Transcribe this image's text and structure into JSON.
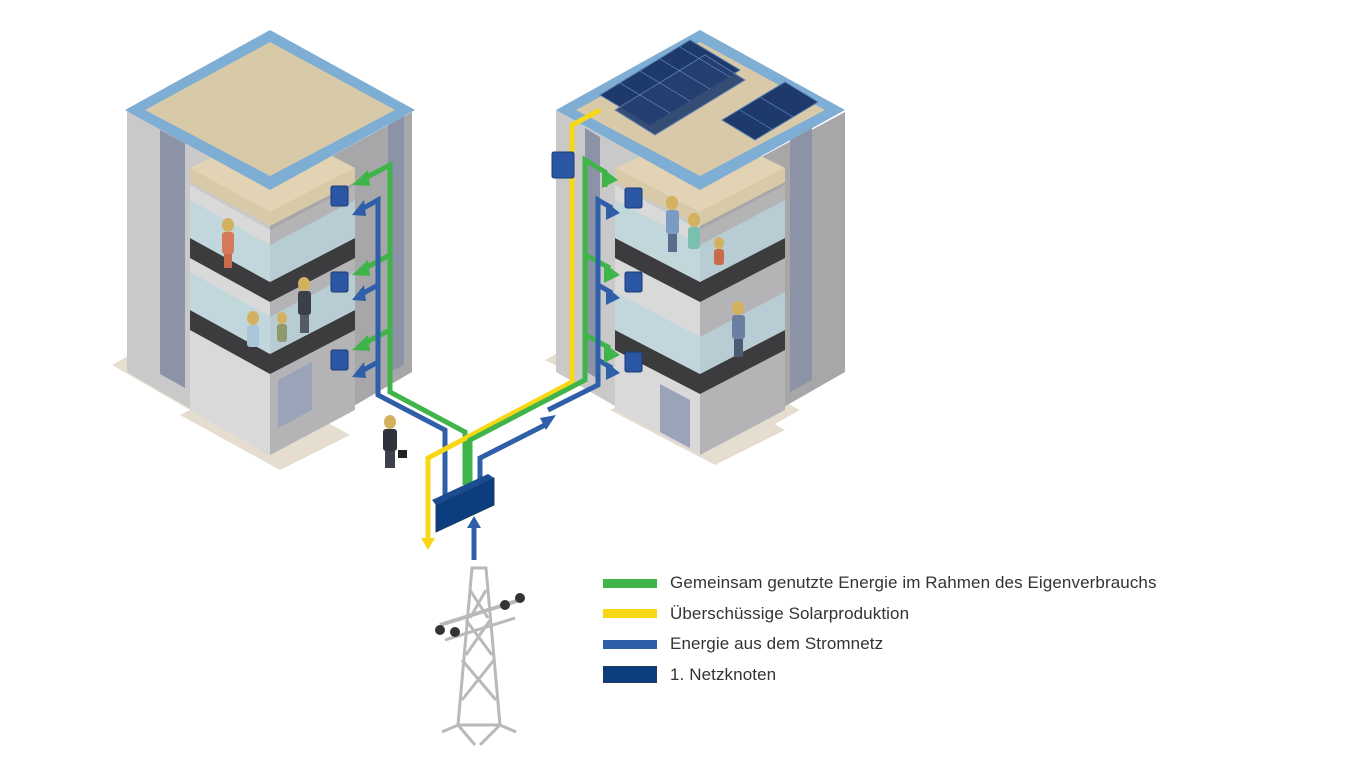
{
  "colors": {
    "green": "#3fb449",
    "yellow": "#f7d716",
    "blue": "#2f5fa8",
    "node": "#0c3d7e",
    "roof_frame": "#7eaed4",
    "roof_top": "#d8c9a8",
    "wall_light": "#d4d4d4",
    "wall_dark": "#a9a9ab",
    "solar": "#1e3a6a"
  },
  "icons": [
    "building-left",
    "building-right",
    "solar-panel-icon",
    "meter-icon",
    "person-icon",
    "power-pylon-icon",
    "grid-node-box"
  ],
  "legend": {
    "items": [
      {
        "key": "green",
        "label": "Gemeinsam genutzte Energie im Rahmen des Eigenverbrauchs"
      },
      {
        "key": "yellow",
        "label": "Überschüssige Solarproduktion"
      },
      {
        "key": "blue",
        "label": "Energie aus dem Stromnetz"
      },
      {
        "key": "node",
        "label": "1. Netzknoten"
      }
    ]
  }
}
